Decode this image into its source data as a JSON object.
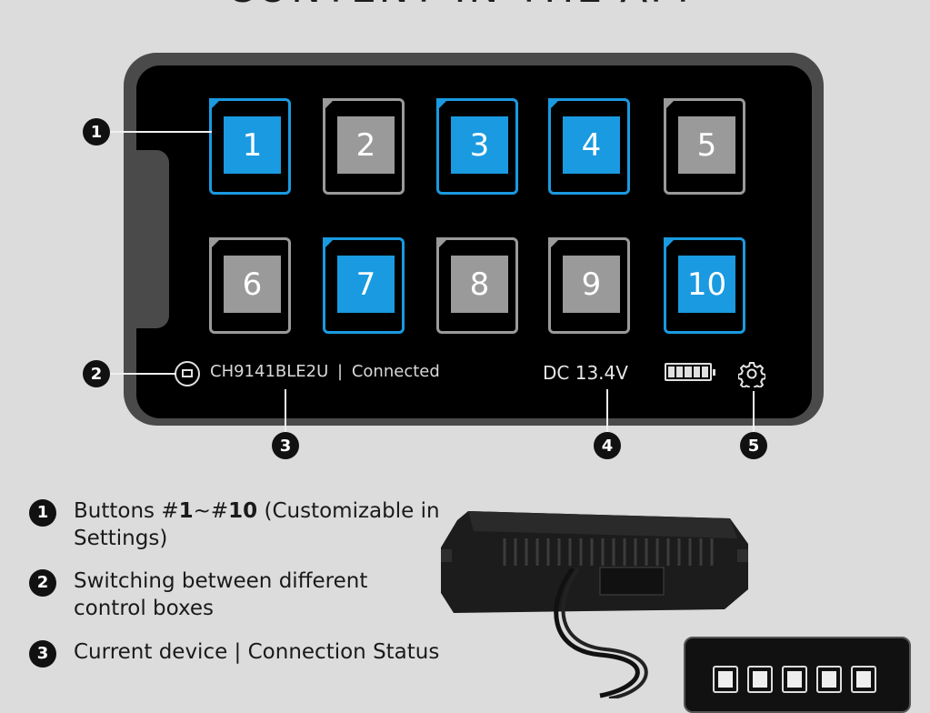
{
  "heading": "CONTENT IN THE APP",
  "buttons": [
    {
      "label": "1",
      "active": true
    },
    {
      "label": "2",
      "active": false
    },
    {
      "label": "3",
      "active": true
    },
    {
      "label": "4",
      "active": true
    },
    {
      "label": "5",
      "active": false
    },
    {
      "label": "6",
      "active": false
    },
    {
      "label": "7",
      "active": true
    },
    {
      "label": "8",
      "active": false
    },
    {
      "label": "9",
      "active": false
    },
    {
      "label": "10",
      "active": true
    }
  ],
  "status_bar": {
    "device_icon": "device-switch-icon",
    "device_name": "CH9141BLE2U",
    "separator": "|",
    "connection": "Connected",
    "voltage": "DC 13.4V",
    "battery_icon": "battery-icon",
    "battery_level": 1.0,
    "settings_icon": "gear-icon"
  },
  "callouts": [
    "1",
    "2",
    "3",
    "4",
    "5"
  ],
  "legend": [
    {
      "num": "1",
      "text_pre": "Buttons #",
      "bold1": "1",
      "mid": "~#",
      "bold2": "10",
      "text_post": " (Customizable in Settings)"
    },
    {
      "num": "2",
      "text": "Switching between different control boxes"
    },
    {
      "num": "3",
      "text": "Current device | Connection Status"
    }
  ],
  "colors": {
    "active": "#1a9ae0",
    "inactive": "#9a9a9a",
    "screen": "#000000",
    "frame": "#4a4a4a",
    "background": "#dcdcdc"
  }
}
